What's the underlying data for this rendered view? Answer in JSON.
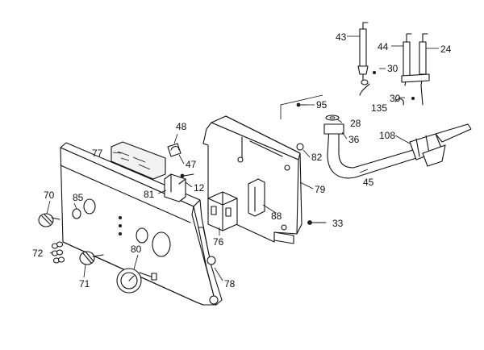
{
  "diagram": {
    "part_numbers": {
      "p24": "24",
      "p28": "28",
      "p30a": "30",
      "p30b": "30",
      "p33": "33",
      "p36": "36",
      "p43": "43",
      "p44": "44",
      "p45": "45",
      "p47": "47",
      "p48": "48",
      "p70": "70",
      "p71": "71",
      "p72": "72",
      "p76": "76",
      "p77": "77",
      "p78": "78",
      "p79": "79",
      "p80": "80",
      "p81": "81",
      "p82": "82",
      "p85": "85",
      "p88": "88",
      "p95": "95",
      "p108": "108",
      "p12": "12",
      "p135": "135"
    }
  }
}
